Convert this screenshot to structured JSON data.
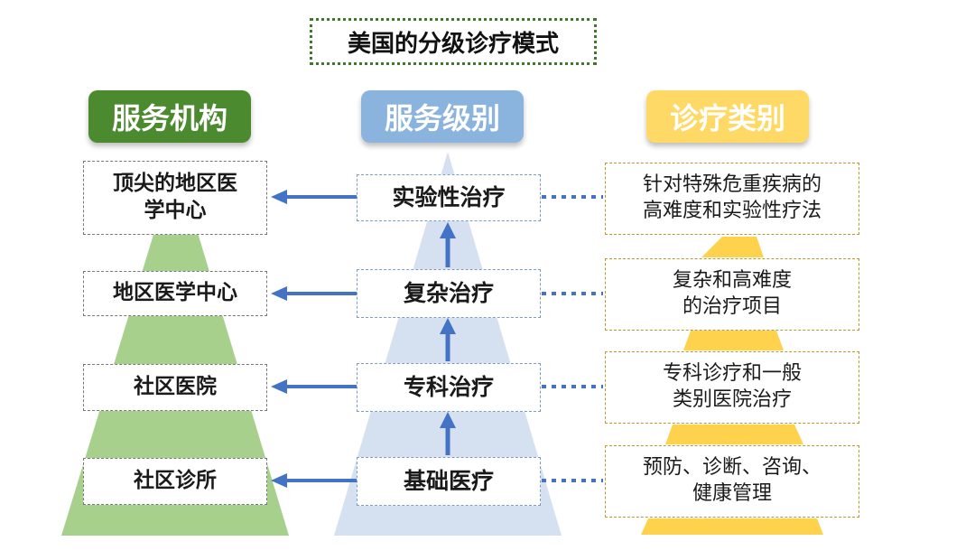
{
  "title": "美国的分级诊疗模式",
  "columns": {
    "institutions": {
      "header": "服务机构",
      "color": "#4c8a2f",
      "fill": "#a7d08c",
      "items": [
        {
          "line1": "顶尖的地区医",
          "line2": "学中心"
        },
        {
          "line1": "地区医学中心",
          "line2": ""
        },
        {
          "line1": "社区医院",
          "line2": ""
        },
        {
          "line1": "社区诊所",
          "line2": ""
        }
      ]
    },
    "levels": {
      "header": "服务级别",
      "color": "#8ab3dd",
      "fill": "#d5e0f1",
      "arrow_color": "#4472c4",
      "items": [
        "实验性治疗",
        "复杂治疗",
        "专科治疗",
        "基础医疗"
      ]
    },
    "categories": {
      "header": "诊疗类别",
      "color": "#ffd966",
      "fill": "#ffd24d",
      "items": [
        {
          "line1": "针对特殊危重疾病的",
          "line2": "高难度和实验性疗法"
        },
        {
          "line1": "复杂和高难度",
          "line2": "的治疗项目"
        },
        {
          "line1": "专科诊疗和一般",
          "line2": "类别医院治疗"
        },
        {
          "line1": "预防、诊断、咨询、",
          "line2": "健康管理"
        }
      ]
    }
  }
}
